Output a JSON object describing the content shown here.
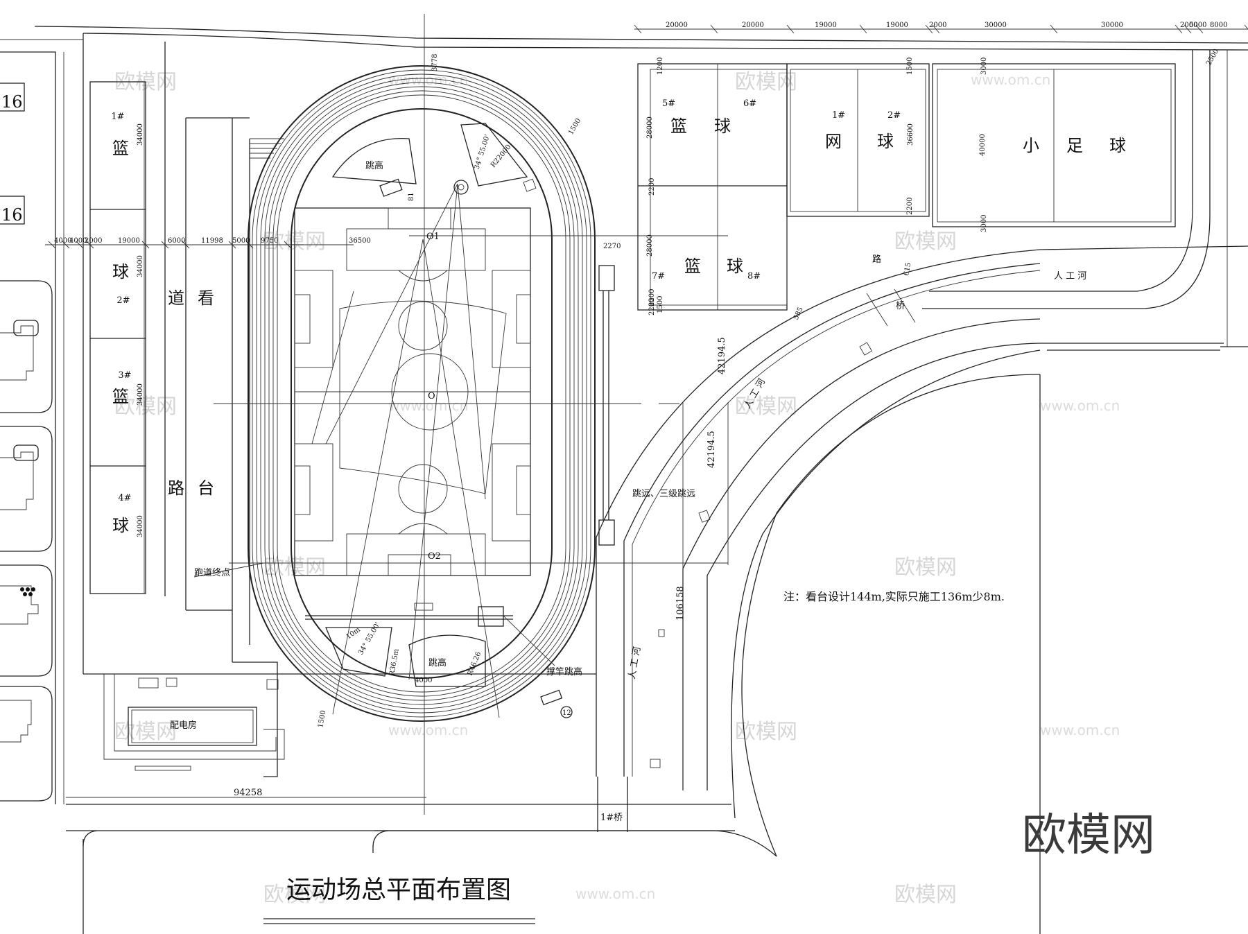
{
  "title": "运动场总平面布置图",
  "note": "注：看台设计144m,实际只施工136m少8m.",
  "watermark": {
    "brand": "欧模网",
    "site": "www.om.cn"
  },
  "top_dimensions": [
    "20000",
    "20000",
    "19000",
    "19000",
    "2000",
    "30000",
    "30000",
    "2000",
    "5000",
    "8000"
  ],
  "left_dimensions": [
    "4000",
    "4000",
    "2000",
    "19000",
    "6000",
    "11998",
    "5000",
    "9750",
    "36500"
  ],
  "left_courts": {
    "court1": {
      "label1": "1#",
      "label2": "篮",
      "dim": "34000"
    },
    "court2": {
      "label1": "球",
      "label2": "2#",
      "dim": "34000"
    },
    "court3": {
      "label1": "3#",
      "label2": "篮",
      "dim": "34000"
    },
    "court4": {
      "label1": "4#",
      "label2": "球",
      "dim": "34000"
    }
  },
  "building_numbers": [
    "16",
    "16"
  ],
  "road_label": [
    "道",
    "路"
  ],
  "stand_label": [
    "看",
    "台"
  ],
  "track": {
    "o1": "O1",
    "o": "O",
    "o2": "O2",
    "high_jump_top": "跳高",
    "high_jump_bottom": "跳高",
    "finish_line": "跑道终点",
    "long_jump": "跳远、三级跳远",
    "pole_vault": "撑竿跳高",
    "r_22000": "R22000",
    "r_36": "R36.5m",
    "r_46": "R46.26",
    "angle_top": "34° 55.00'",
    "angle_bottom": "34° 55.00'",
    "dim_3778": "3778",
    "dim_1500_top": "1500",
    "dim_1500_bottom": "1500",
    "dim_2270": "2270",
    "dim_4000": "4000",
    "dim_81": "81",
    "dim_10m": "10m",
    "marker_12": "12"
  },
  "right_courts": {
    "basket_top": {
      "n1": "5#",
      "n2": "6#",
      "a": "篮",
      "b": "球",
      "dim": "28000"
    },
    "basket_bottom": {
      "n1": "7#",
      "n2": "8#",
      "a": "篮",
      "b": "球",
      "dim": "28000"
    },
    "tennis": {
      "n1": "1#",
      "n2": "2#",
      "a": "网",
      "b": "球",
      "dim": "36600"
    },
    "football": {
      "a": "小",
      "b": "足",
      "c": "球",
      "dim": "40000"
    },
    "small_dims": [
      "1200",
      "2200",
      "2200",
      "1500",
      "1500",
      "3000",
      "3000",
      "2200",
      "2200"
    ]
  },
  "river": {
    "label": "人 工 河",
    "bridge": "桥",
    "road": "路",
    "bridge1": "1#桥",
    "dim_585": "585"
  },
  "dimensions": {
    "d42194a": "42194.5",
    "d42194b": "42194.5",
    "d106158": "106158",
    "d94258": "94258",
    "d2500": "2500",
    "d615": "615"
  },
  "substation": "配电房"
}
